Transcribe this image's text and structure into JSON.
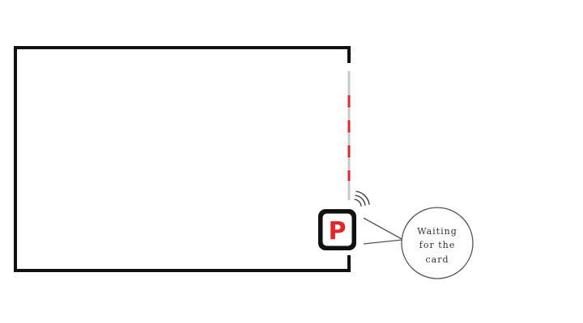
{
  "terminal": {
    "logo_letter": "P",
    "status_lines": [
      "Waiting",
      "for the",
      "card"
    ]
  },
  "colors": {
    "wall": "#111111",
    "barrier_red": "#e3262e",
    "barrier_grey": "#c8c8c8",
    "callout_stroke": "#555555",
    "text": "#333333"
  },
  "icons": {
    "terminal": "parking-p-icon",
    "signal": "wireless-signal-icon"
  }
}
